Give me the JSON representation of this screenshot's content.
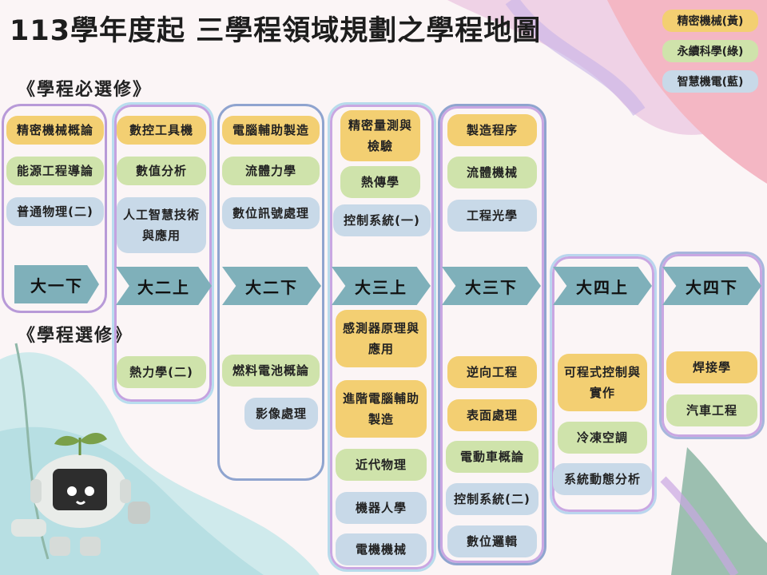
{
  "title": "113學年度起 三學程領域規劃之學程地圖",
  "sections": {
    "required": "《學程必選修》",
    "elective": "《學程選修》"
  },
  "legend": [
    {
      "label": "精密機械(黃)",
      "color": "#f3cf72"
    },
    {
      "label": "永續科學(綠)",
      "color": "#cfe3ab"
    },
    {
      "label": "智慧機電(藍)",
      "color": "#c8d9e8"
    }
  ],
  "semesters": [
    "大一下",
    "大二上",
    "大二下",
    "大三上",
    "大三下",
    "大四上",
    "大四下"
  ],
  "required": [
    [
      {
        "t": "精密機械概論",
        "k": "y"
      },
      {
        "t": "能源工程導論",
        "k": "g"
      },
      {
        "t": "普通物理(二)",
        "k": "b"
      }
    ],
    [
      {
        "t": "數控工具機",
        "k": "y"
      },
      {
        "t": "數值分析",
        "k": "g"
      },
      {
        "t": "人工智慧技術與應用",
        "k": "b"
      }
    ],
    [
      {
        "t": "電腦輔助製造",
        "k": "y"
      },
      {
        "t": "流體力學",
        "k": "g"
      },
      {
        "t": "數位訊號處理",
        "k": "b"
      }
    ],
    [
      {
        "t": "精密量測與檢驗",
        "k": "y"
      },
      {
        "t": "熱傳學",
        "k": "g"
      },
      {
        "t": "控制系統(一)",
        "k": "b"
      }
    ],
    [
      {
        "t": "製造程序",
        "k": "y"
      },
      {
        "t": "流體機械",
        "k": "g"
      },
      {
        "t": "工程光學",
        "k": "b"
      }
    ],
    [],
    []
  ],
  "elective": [
    [],
    [
      {
        "t": "熱力學(二)",
        "k": "g"
      }
    ],
    [
      {
        "t": "燃料電池概論",
        "k": "g"
      },
      {
        "t": "影像處理",
        "k": "b"
      }
    ],
    [
      {
        "t": "感測器原理與應用",
        "k": "y"
      },
      {
        "t": "進階電腦輔助製造",
        "k": "y"
      },
      {
        "t": "近代物理",
        "k": "g"
      },
      {
        "t": "機器人學",
        "k": "b"
      },
      {
        "t": "電機機械",
        "k": "b"
      }
    ],
    [
      {
        "t": "逆向工程",
        "k": "y"
      },
      {
        "t": "表面處理",
        "k": "y"
      },
      {
        "t": "電動車概論",
        "k": "g"
      },
      {
        "t": "控制系統(二)",
        "k": "b"
      },
      {
        "t": "數位邏輯",
        "k": "b"
      }
    ],
    [
      {
        "t": "可程式控制與實作",
        "k": "y"
      },
      {
        "t": "冷凍空調",
        "k": "g"
      },
      {
        "t": "系統動態分析",
        "k": "b"
      }
    ],
    [
      {
        "t": "焊接學",
        "k": "y"
      },
      {
        "t": "汽車工程",
        "k": "g"
      }
    ]
  ]
}
